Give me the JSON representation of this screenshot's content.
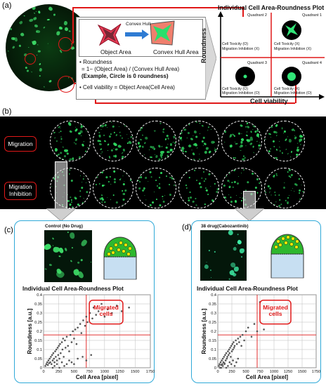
{
  "labels": {
    "a": "(a)",
    "b": "(b)",
    "c": "(c)",
    "d": "(d)"
  },
  "schematic": {
    "convex_hull": "Convex Hull",
    "object_area": "Object Area",
    "convex_hull_area": "Convex Hull Area",
    "bullet1": "• Roundness",
    "formula": "= 1− (Object Area) / (Convex Hull Area)",
    "example": "(Example, Circle is 0 roundness)",
    "bullet2": "• Cell viability = Object Area(Cell Area)"
  },
  "quadrant_plot": {
    "title": "Individual Cell Area-Roundness Plot",
    "y_axis": "Roundness",
    "x_axis": "Cell viability",
    "q1": "Quadrant 1",
    "q2": "Quadrant 2",
    "q3": "Quadrant 3",
    "q4": "Quadrant 4",
    "q1_tox": "Cell Toxicity (X)",
    "q1_mig": "Migration Inhibition (X)",
    "q2_tox": "Cell Toxicity (O)",
    "q2_mig": "Migration Inhibition (X)",
    "q3_tox": "Cell Toxicity (O)",
    "q3_mig": "Migration Inhibition (O)",
    "q4_tox": "Cell Toxicity (X)",
    "q4_mig": "Migration Inhibition (O)"
  },
  "strip": {
    "row1": "Migration",
    "row2": "Migration Inhibition"
  },
  "panel_c": {
    "caption": "Control (No Drug)",
    "title": "Individual Cell Area-Roundness Plot",
    "migrated": "Migrated cells"
  },
  "panel_d": {
    "caption": "38 drug(Cabozantinib)",
    "title": "Individual Cell Area-Roundness Plot",
    "migrated": "Migrated cells"
  },
  "axes": {
    "ylabel": "Roundness [a.u.]",
    "xlabel": "Cell Area [pixel]",
    "yticks": [
      "0.4",
      "0.35",
      "0.3",
      "0.25",
      "0.2",
      "0.15",
      "0.1",
      "0.05",
      "0"
    ],
    "xticks": [
      "0",
      "250",
      "500",
      "750",
      "1000",
      "1250",
      "1500",
      "1750"
    ]
  },
  "chart_data": [
    {
      "type": "scatter",
      "title": "Individual Cell Area-Roundness Plot",
      "xlabel": "Cell Area [pixel]",
      "ylabel": "Roundness [a.u.]",
      "xlim": [
        0,
        1750
      ],
      "ylim": [
        0,
        0.4
      ],
      "grid": true,
      "annotation": "Migrated cells",
      "x": [
        30,
        45,
        60,
        70,
        80,
        90,
        100,
        110,
        120,
        130,
        140,
        150,
        160,
        170,
        180,
        190,
        200,
        210,
        220,
        230,
        240,
        250,
        260,
        270,
        280,
        300,
        310,
        320,
        330,
        350,
        360,
        380,
        400,
        420,
        440,
        460,
        480,
        500,
        520,
        540,
        560,
        600,
        620,
        650,
        680,
        700,
        720,
        760,
        800,
        820,
        860,
        900,
        950,
        1000,
        1050,
        1120,
        1200,
        1280,
        1400,
        150,
        180,
        220,
        260,
        300,
        340,
        380,
        420,
        460,
        500,
        560,
        640,
        700,
        780
      ],
      "y": [
        0.01,
        0.02,
        0.03,
        0.015,
        0.04,
        0.025,
        0.05,
        0.03,
        0.06,
        0.02,
        0.07,
        0.04,
        0.08,
        0.05,
        0.03,
        0.09,
        0.06,
        0.1,
        0.04,
        0.11,
        0.07,
        0.12,
        0.05,
        0.13,
        0.08,
        0.14,
        0.1,
        0.16,
        0.06,
        0.15,
        0.11,
        0.17,
        0.12,
        0.09,
        0.18,
        0.14,
        0.2,
        0.16,
        0.21,
        0.13,
        0.22,
        0.24,
        0.19,
        0.26,
        0.23,
        0.28,
        0.25,
        0.3,
        0.27,
        0.33,
        0.29,
        0.31,
        0.35,
        0.28,
        0.32,
        0.3,
        0.34,
        0.31,
        0.33,
        0.0,
        0.01,
        0.02,
        0.0,
        0.03,
        0.01,
        0.02,
        0.04,
        0.03,
        0.02,
        0.05,
        0.06,
        0.04,
        0.07
      ]
    },
    {
      "type": "scatter",
      "title": "Individual Cell Area-Roundness Plot",
      "xlabel": "Cell Area [pixel]",
      "ylabel": "Roundness [a.u.]",
      "xlim": [
        0,
        1750
      ],
      "ylim": [
        0,
        0.4
      ],
      "grid": true,
      "annotation": "Migrated cells",
      "x": [
        20,
        30,
        40,
        50,
        60,
        70,
        80,
        90,
        100,
        110,
        120,
        130,
        140,
        150,
        160,
        170,
        180,
        190,
        200,
        210,
        220,
        230,
        240,
        250,
        260,
        270,
        280,
        290,
        300,
        320,
        340,
        360,
        380,
        400,
        420,
        440,
        470,
        500,
        540,
        600,
        650,
        700,
        750,
        820,
        60,
        90,
        120,
        150,
        180,
        210,
        240,
        270,
        300,
        330,
        360
      ],
      "y": [
        0.01,
        0.02,
        0.0,
        0.03,
        0.015,
        0.04,
        0.02,
        0.05,
        0.03,
        0.06,
        0.025,
        0.07,
        0.04,
        0.08,
        0.05,
        0.06,
        0.09,
        0.07,
        0.1,
        0.08,
        0.11,
        0.06,
        0.12,
        0.09,
        0.13,
        0.1,
        0.14,
        0.11,
        0.12,
        0.15,
        0.13,
        0.16,
        0.14,
        0.17,
        0.12,
        0.18,
        0.15,
        0.2,
        0.22,
        0.17,
        0.24,
        0.2,
        0.36,
        0.21,
        0.0,
        0.01,
        0.02,
        0.0,
        0.01,
        0.03,
        0.02,
        0.04,
        0.01,
        0.03,
        0.05
      ]
    }
  ]
}
